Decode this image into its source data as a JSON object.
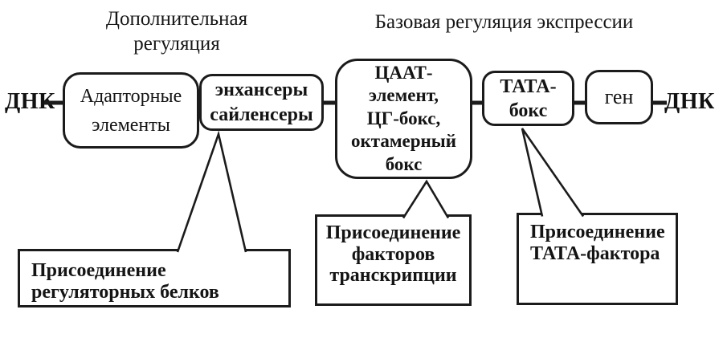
{
  "titles": {
    "additional_regulation": "Дополнительная\nрегуляция",
    "basic_regulation": "Базовая регуляция экспрессии"
  },
  "dna_labels": {
    "left": "ДНК",
    "right": "ДНК"
  },
  "dna_boxes": {
    "adapter_elements": "Адапторные\nэлементы",
    "enhancers_silencers": "энхансеры\nсайленсеры",
    "caat_element": "ЦААТ-\nэлемент,\nЦГ-бокс,\nоктамерный\nбокс",
    "tata_box": "ТАТА-\nбокс",
    "gene": "ген"
  },
  "callouts": {
    "regulatory_proteins": "Присоединение\nрегуляторных белков",
    "transcription_factors": "Присоединение\nфакторов\nтранскрипции",
    "tata_factor": "Присоединение\nТАТА-фактора"
  },
  "colors": {
    "ink": "#1b1b1b",
    "background": "#ffffff"
  }
}
